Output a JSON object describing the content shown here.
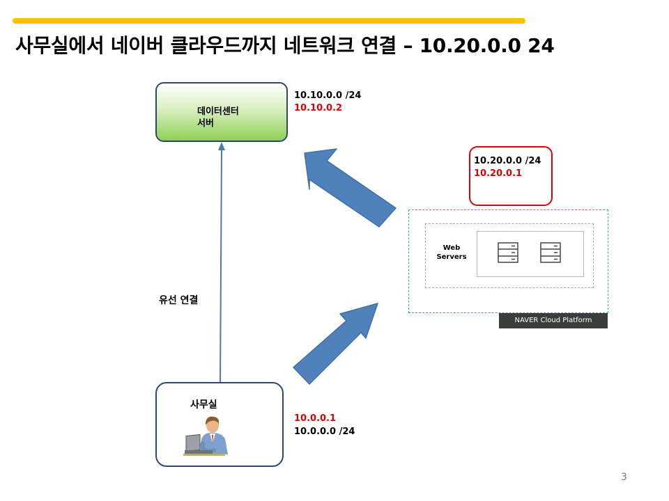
{
  "slide": {
    "title": "사무실에서 네이버 클라우드까지 네트워크 연결 – 10.20.0.0 24",
    "page_number": "3",
    "accent_color": "#ffc000"
  },
  "datacenter": {
    "label_line1": "데이터센터",
    "label_line2": "서버",
    "network": "10.10.0.0  /24",
    "gateway_ip": "10.10.0.2"
  },
  "office": {
    "label": "사무실",
    "gateway_ip": "10.0.0.1",
    "network": "10.0.0.0  /24",
    "icon": "person-at-laptop-icon"
  },
  "connection": {
    "wired_label": "유선 연결"
  },
  "cloud": {
    "network": "10.20.0.0  /24",
    "gateway_ip": "10.20.0.1",
    "web_servers_label_line1": "Web",
    "web_servers_label_line2": "Servers",
    "platform_label": "NAVER  Cloud Platform",
    "server_icon": "server-icon"
  },
  "colors": {
    "ip_red": "#e00000",
    "arrow_blue": "#4f81bd",
    "line_blue": "#4a7ab5"
  }
}
